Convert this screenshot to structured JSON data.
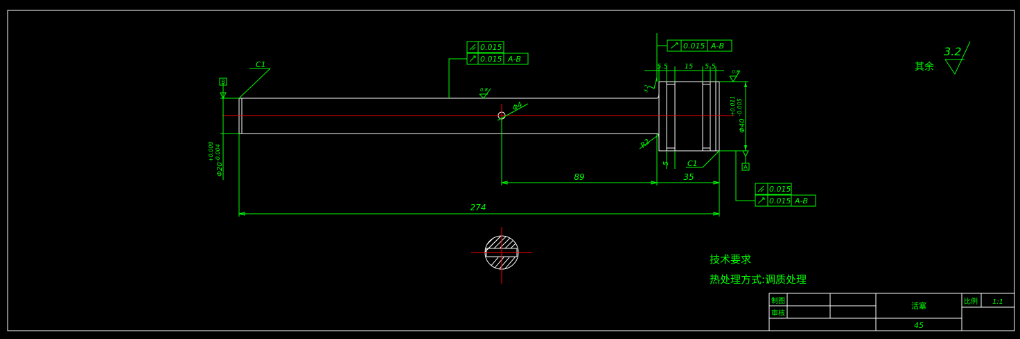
{
  "dimensions": {
    "overall_length": "274",
    "hole_position": "89",
    "flange_width": "35",
    "step_left": "5.5",
    "step_mid": "15",
    "step_right": "5.5",
    "groove": "5",
    "hole_dia": "Φ4",
    "shaft_dia": "Φ20",
    "shaft_dia_upper": "+0.009",
    "shaft_dia_lower": "-0.004",
    "flange_dia": "Φ40",
    "flange_dia_upper": "+0.011",
    "flange_dia_lower": "-0.005",
    "radius": "R2",
    "chamfer_left": "C1",
    "chamfer_right": "C1"
  },
  "tolerances": {
    "top_frame_1": "0.015",
    "top_frame_2": "0.015",
    "top_frame_2_datum": "A-B",
    "flange_frame": "0.015",
    "flange_frame_datum": "A-B",
    "lower_frame_1": "0.015",
    "lower_frame_2": "0.015",
    "lower_frame_2_datum": "A-B"
  },
  "datums": {
    "left": "B",
    "right": "A"
  },
  "roughness": {
    "shaft": "0.8",
    "flange_face": "0.8",
    "fillet": "3.2",
    "general": "3.2",
    "general_label": "其余"
  },
  "notes": {
    "title": "技术要求",
    "heat_treatment": "热处理方式:调质处理"
  },
  "title_block": {
    "drawn_label": "制图",
    "checked_label": "审核",
    "part_name": "活塞",
    "material": "45",
    "scale_label": "比例",
    "scale_value": "1:1"
  }
}
